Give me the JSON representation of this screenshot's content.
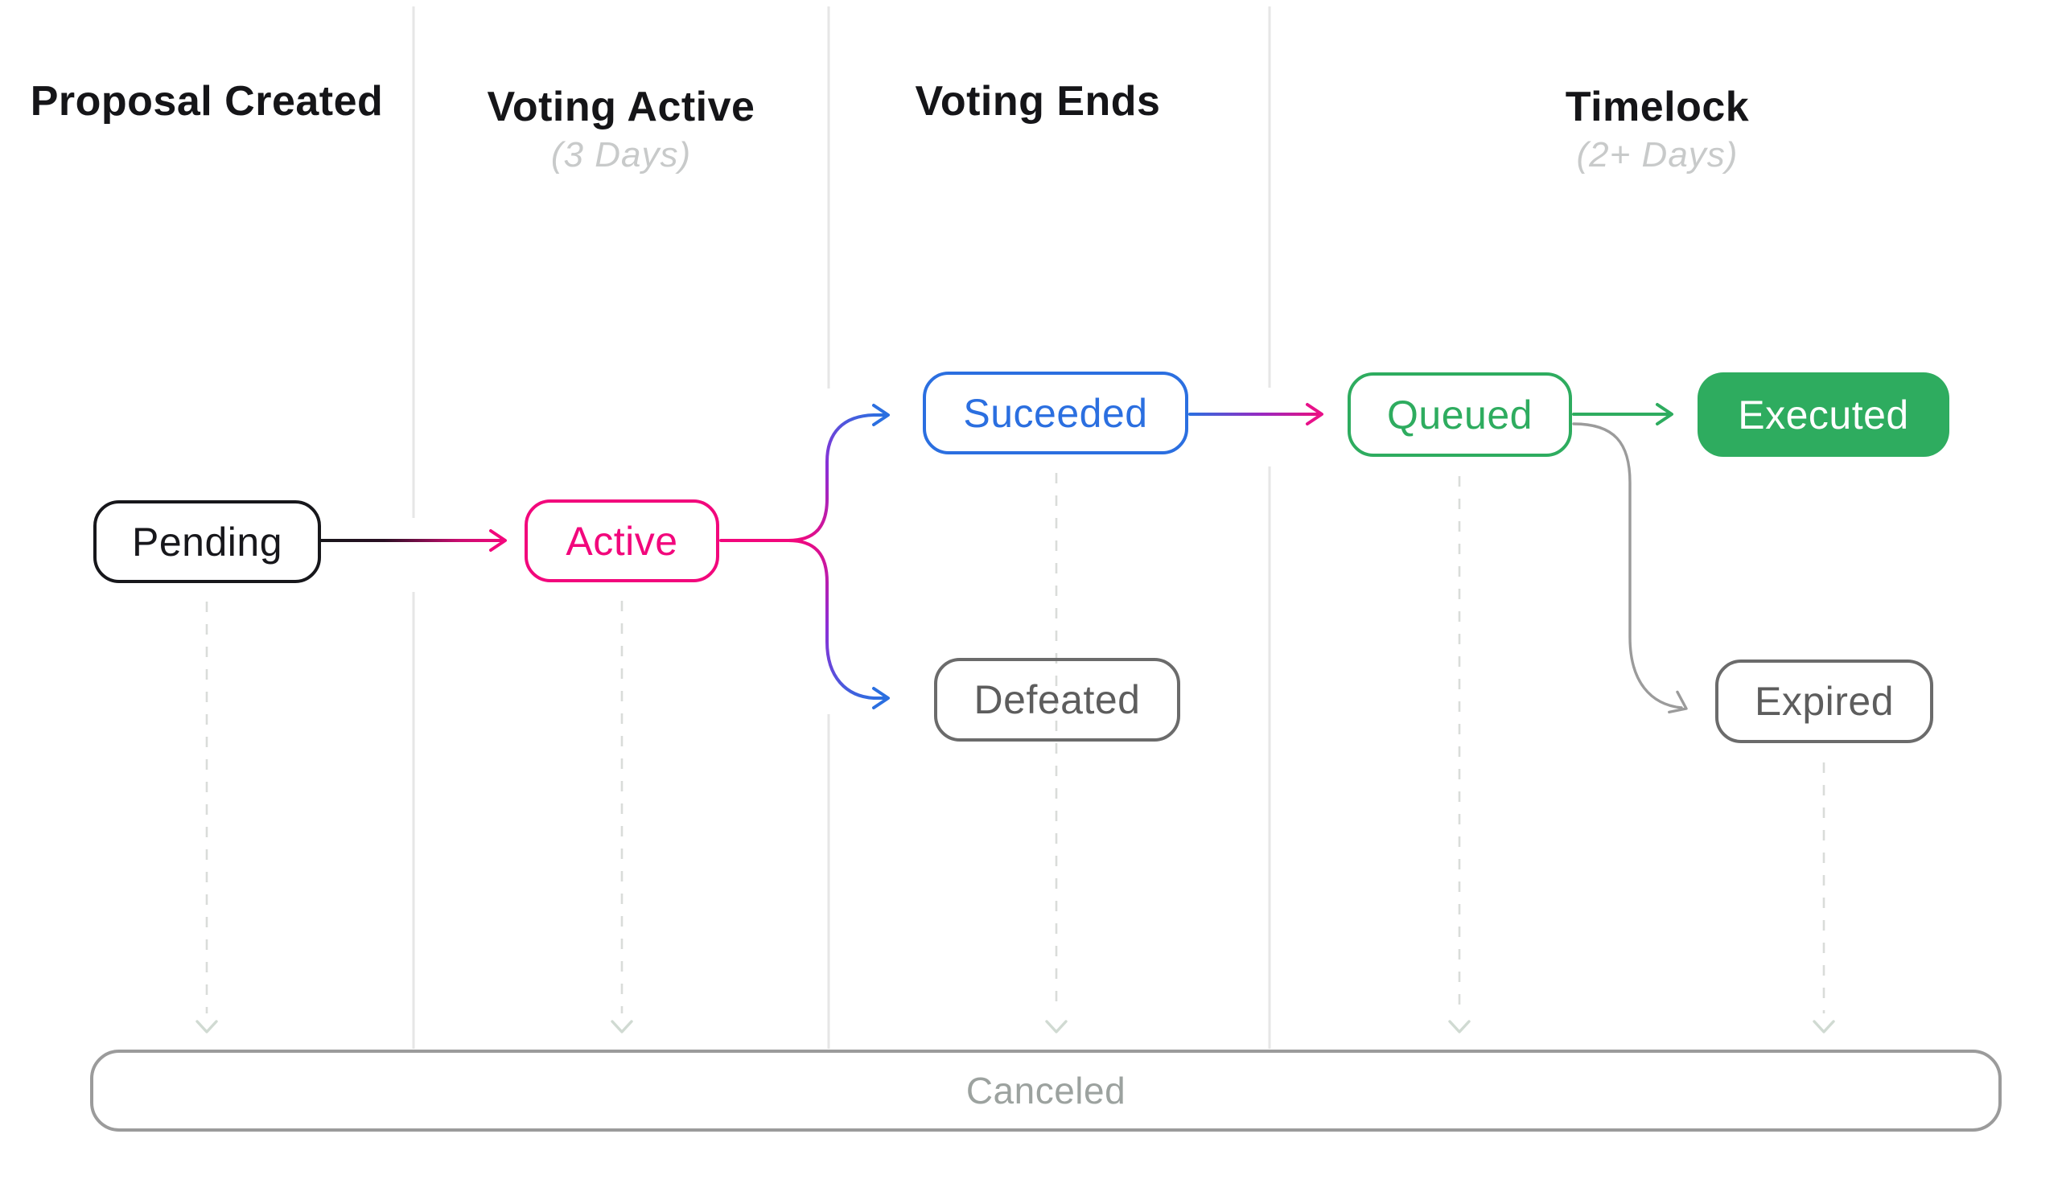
{
  "columns": [
    {
      "label": "Proposal Created",
      "sublabel": ""
    },
    {
      "label": "Voting Active",
      "sublabel": "(3 Days)"
    },
    {
      "label": "Voting Ends",
      "sublabel": ""
    },
    {
      "label": "Timelock",
      "sublabel": "(2+ Days)"
    }
  ],
  "nodes": {
    "pending": {
      "label": "Pending",
      "color": "#17171B",
      "style": "outline"
    },
    "active": {
      "label": "Active",
      "color": "#F2077C",
      "style": "outline"
    },
    "suceeded": {
      "label": "Suceeded",
      "color": "#2B6FE0",
      "style": "outline"
    },
    "defeated": {
      "label": "Defeated",
      "color": "#6B6B6B",
      "style": "outline"
    },
    "queued": {
      "label": "Queued",
      "color": "#2EAC5F",
      "style": "outline"
    },
    "executed": {
      "label": "Executed",
      "color": "#2EAC5F",
      "style": "filled"
    },
    "expired": {
      "label": "Expired",
      "color": "#6B6B6B",
      "style": "outline"
    },
    "canceled": {
      "label": "Canceled",
      "color": "#9B9B9B",
      "style": "outline-wide"
    }
  },
  "edges": [
    {
      "from": "Pending",
      "to": "Active",
      "gradient": [
        "#17171B",
        "#F2077C"
      ]
    },
    {
      "from": "Active",
      "to": "Suceeded",
      "gradient": [
        "#F2077C",
        "#8B2FD6",
        "#2B6FE0"
      ]
    },
    {
      "from": "Active",
      "to": "Defeated",
      "gradient": [
        "#F2077C",
        "#8B2FD6",
        "#2B6FE0"
      ]
    },
    {
      "from": "Suceeded",
      "to": "Queued",
      "gradient": [
        "#2B6FE0",
        "#8B2FD6",
        "#ED0F7C"
      ]
    },
    {
      "from": "Queued",
      "to": "Executed",
      "gradient": [
        "#2EAC5F"
      ]
    },
    {
      "from": "Queued",
      "to": "Expired",
      "gradient": [
        "#9B9B9B"
      ]
    },
    {
      "from": "Pending",
      "to": "Canceled",
      "style": "dashed"
    },
    {
      "from": "Active",
      "to": "Canceled",
      "style": "dashed"
    },
    {
      "from": "Suceeded",
      "to": "Canceled",
      "style": "dashed"
    },
    {
      "from": "Queued",
      "to": "Canceled",
      "style": "dashed"
    },
    {
      "from": "Expired",
      "to": "Canceled",
      "style": "dashed"
    }
  ],
  "palette": {
    "pink": "#F2077C",
    "blue": "#2B6FE0",
    "purple": "#8B2FD6",
    "green": "#2EAC5F",
    "dark": "#17171B",
    "gray_node": "#6B6B6B",
    "canceled_gray": "#9B9B9B",
    "divider": "#E6E6E6",
    "dash": "#D9DCD9",
    "chevron": "#D0DAD2",
    "subtitle": "#C8CACA"
  }
}
